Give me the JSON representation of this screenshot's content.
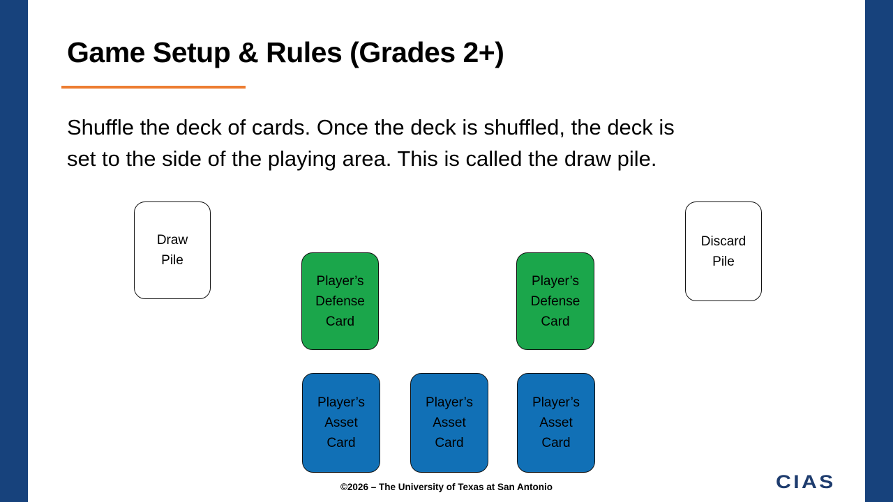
{
  "slide": {
    "title": "Game Setup & Rules (Grades 2+)",
    "body_text": "Shuffle the deck of cards. Once the deck is shuffled, the deck is\nset to the side of the playing area. This is called the draw pile.",
    "footer_text": "©2026 – The University of Texas at San Antonio",
    "logo_text": "CIAS"
  },
  "colors": {
    "sidebar_navy": "#17427C",
    "accent_orange": "#ED7D31",
    "card_green": "#1BA64B",
    "card_blue": "#1170B6",
    "card_white": "#FFFFFF",
    "logo_navy": "#1E3C6E",
    "text_black": "#000000"
  },
  "cards": [
    {
      "name": "draw-pile",
      "label": "Draw\nPile",
      "fill": "#FFFFFF"
    },
    {
      "name": "player-defense-card-1",
      "label": "Player’s\nDefense\nCard",
      "fill": "#1BA64B"
    },
    {
      "name": "player-defense-card-2",
      "label": "Player’s\nDefense\nCard",
      "fill": "#1BA64B"
    },
    {
      "name": "player-asset-card-1",
      "label": "Player’s\nAsset\nCard",
      "fill": "#1170B6"
    },
    {
      "name": "player-asset-card-2",
      "label": "Player’s\nAsset\nCard",
      "fill": "#1170B6"
    },
    {
      "name": "player-asset-card-3",
      "label": "Player’s\nAsset\nCard",
      "fill": "#1170B6"
    }
  ],
  "discard_card": {
    "name": "discard-pile",
    "label": "Discard\nPile",
    "fill": "#FFFFFF"
  }
}
